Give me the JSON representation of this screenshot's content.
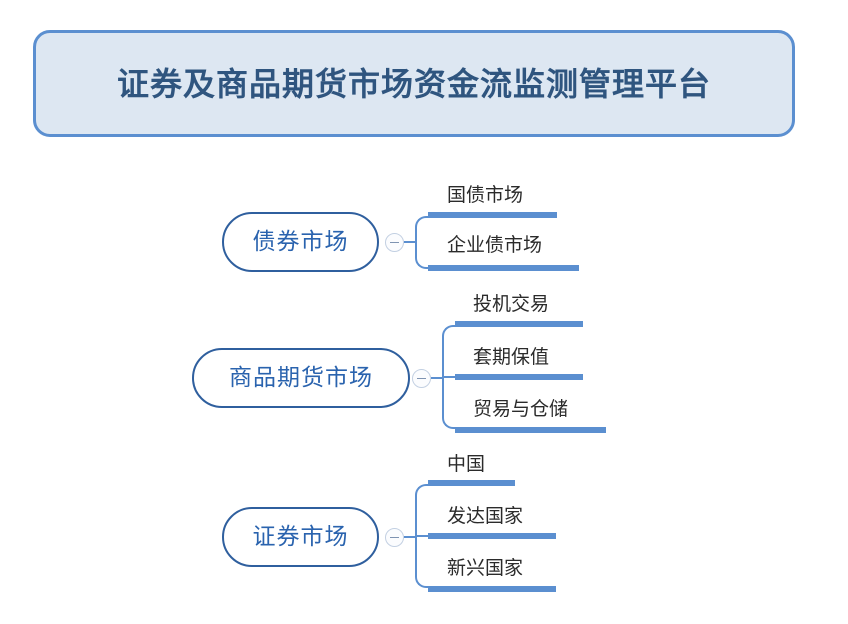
{
  "header": {
    "title": "证券及商品期货市场资金流监测管理平台",
    "bg_color": "#dde7f2",
    "border_color": "#5b8fd0",
    "text_color": "#2f557f"
  },
  "theme": {
    "node_border": "#2f5f9e",
    "node_text": "#2a63ae",
    "connector": "#5b8fd0",
    "bar": "#5b8fd0",
    "leaf_text": "#2b2b2b",
    "toggle_border": "#c3d0e2"
  },
  "mindmap": {
    "toggle_icon": "minus-icon",
    "groups": [
      {
        "id": "bond-market",
        "label": "债券市场",
        "collapsed": false,
        "children": [
          {
            "label": "国债市场"
          },
          {
            "label": "企业债市场"
          }
        ]
      },
      {
        "id": "commodity-futures-market",
        "label": "商品期货市场",
        "collapsed": false,
        "children": [
          {
            "label": "投机交易"
          },
          {
            "label": "套期保值"
          },
          {
            "label": "贸易与仓储"
          }
        ]
      },
      {
        "id": "securities-market",
        "label": "证券市场",
        "collapsed": false,
        "children": [
          {
            "label": "中国"
          },
          {
            "label": "发达国家"
          },
          {
            "label": "新兴国家"
          }
        ]
      }
    ]
  }
}
